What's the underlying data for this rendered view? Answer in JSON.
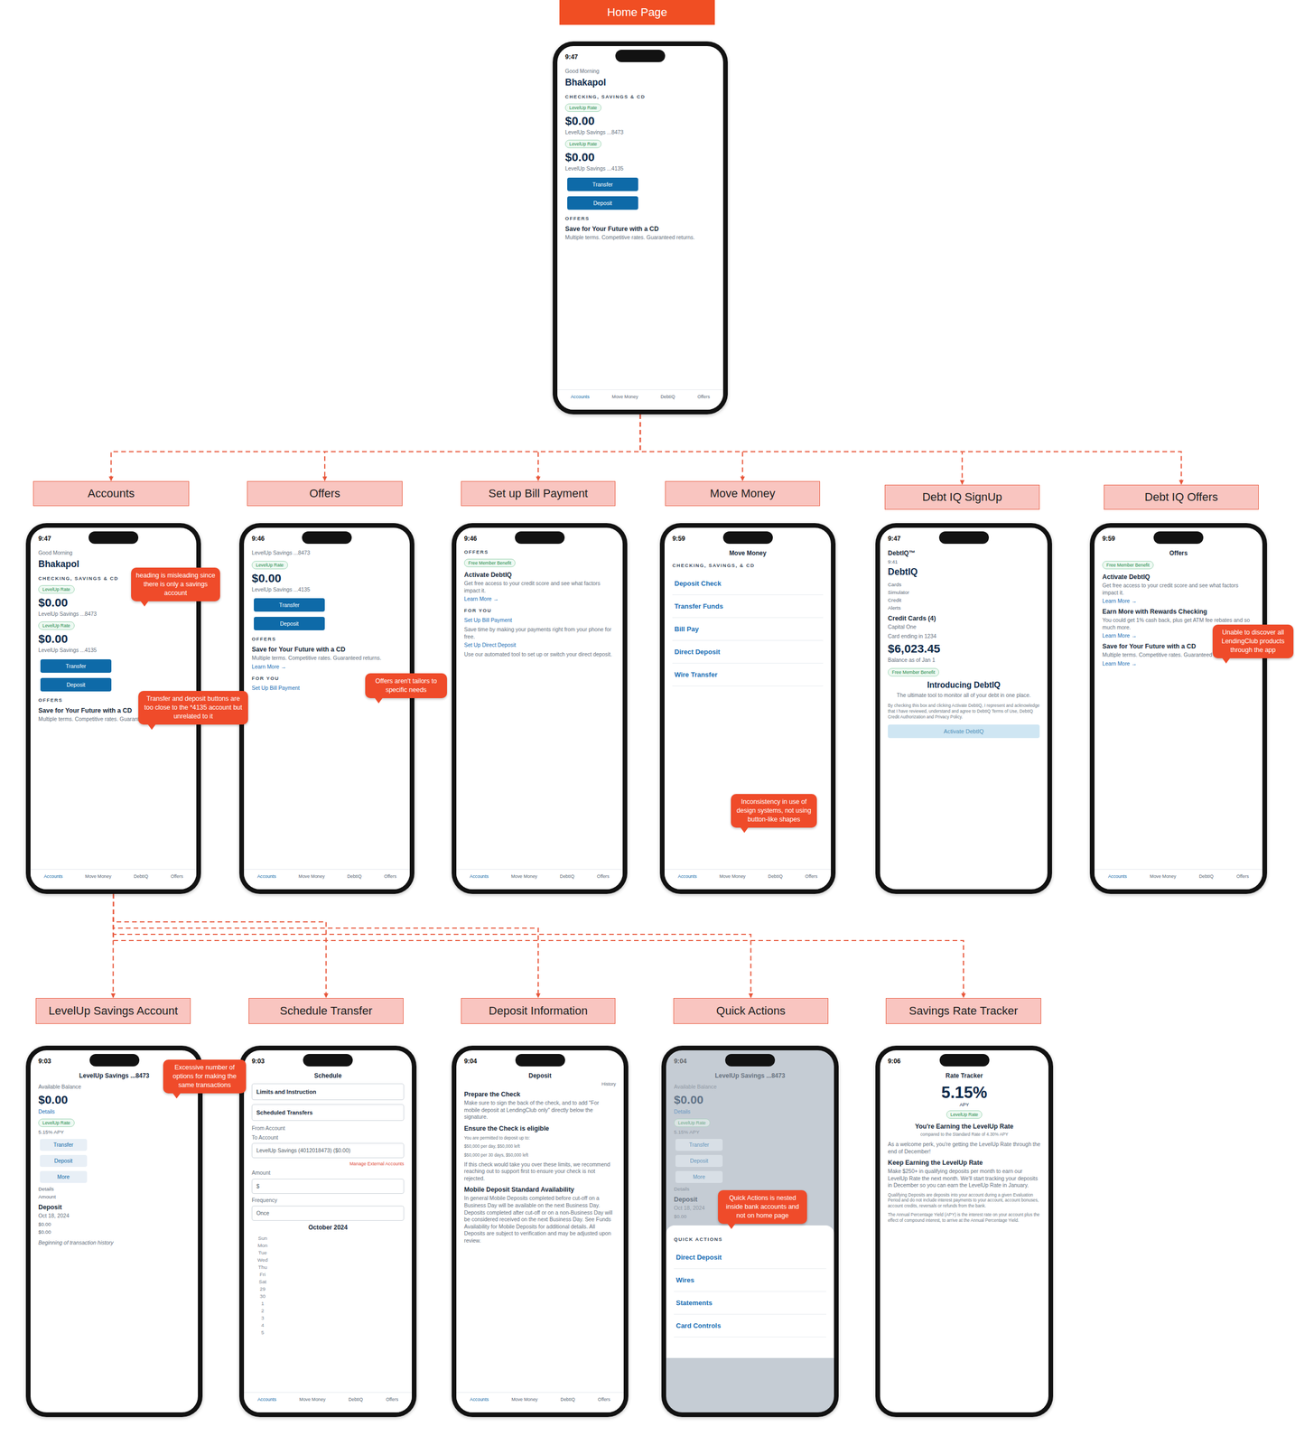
{
  "diagram": {
    "nodes": [
      {
        "text": [
          "Home Page"
        ]
      },
      {
        "text": [
          "9:47",
          "Good Morning",
          "Bhakapol",
          "CHECKING, SAVINGS & CD",
          "LevelUp Rate",
          "$0.00",
          "LevelUp Savings ...8473",
          "LevelUp Rate",
          "$0.00",
          "LevelUp Savings ...4135",
          "Transfer",
          "Deposit",
          "OFFERS",
          "Save for Your Future with a CD",
          "Multiple terms. Competitive rates. Guaranteed returns.",
          "Accounts",
          "Move Money",
          "DebtIQ",
          "Offers"
        ]
      },
      {
        "text": [
          "Accounts"
        ]
      },
      {
        "text": [
          "Offers"
        ]
      },
      {
        "text": [
          "Set up Bill Payment"
        ]
      },
      {
        "text": [
          "Move Money"
        ]
      },
      {
        "text": [
          "Debt IQ SignUp"
        ]
      },
      {
        "text": [
          "Debt IQ Offers"
        ]
      },
      {
        "text": [
          "9:47",
          "Good Morning",
          "Bhakapol",
          "CHECKING, SAVINGS & CD",
          "LevelUp Rate",
          "$0.00",
          "LevelUp Savings ...8473",
          "LevelUp Rate",
          "$0.00",
          "LevelUp Savings ...4135",
          "Transfer",
          "Deposit",
          "OFFERS",
          "Save for Your Future with a CD",
          "Multiple terms. Competitive rates. Guaranteed returns.",
          "Accounts",
          "Move Money",
          "DebtIQ",
          "Offers"
        ]
      },
      {
        "text": [
          "9:46",
          "LevelUp Savings ...8473",
          "LevelUp Rate",
          "$0.00",
          "LevelUp Savings ...4135",
          "Transfer",
          "Deposit",
          "OFFERS",
          "Save for Your Future with a CD",
          "Multiple terms. Competitive rates. Guaranteed returns.",
          "Learn More →",
          "FOR YOU",
          "Set Up Bill Payment",
          "Accounts",
          "Move Money",
          "DebtIQ",
          "Offers"
        ]
      },
      {
        "text": [
          "9:46",
          "OFFERS",
          "Free Member Benefit",
          "Activate DebtIQ",
          "Get free access to your credit score and see what factors impact it.",
          "Learn More →",
          "FOR YOU",
          "Set Up Bill Payment",
          "Save time by making your payments right from your phone for free.",
          "Set Up Direct Deposit",
          "Use our automated tool to set up or switch your direct deposit.",
          "Accounts",
          "Move Money",
          "DebtIQ",
          "Offers"
        ]
      },
      {
        "text": [
          "9:59",
          "Move Money",
          "CHECKING, SAVINGS, & CD",
          "Deposit Check",
          "Transfer Funds",
          "Bill Pay",
          "Direct Deposit",
          "Wire Transfer",
          "Accounts",
          "Move Money",
          "DebtIQ",
          "Offers"
        ]
      },
      {
        "text": [
          "9:47",
          "DebtIQ™",
          "9:41",
          "DebtIQ",
          "Cards",
          "Simulator",
          "Credit",
          "Alerts",
          "Credit Cards (4)",
          "Capital One",
          "Card ending in 1234",
          "$6,023.45",
          "Balance as of Jan 1",
          "Free Member Benefit",
          "Introducing DebtIQ",
          "The ultimate tool to monitor all of your debt in one place.",
          "By checking this box and clicking Activate DebtIQ, I represent and acknowledge that I have reviewed, understand and agree to DebtIQ Terms of Use, DebtIQ Credit Authorization and Privacy Policy.",
          "Activate DebtIQ"
        ]
      },
      {
        "text": [
          "9:59",
          "Offers",
          "Free Member Benefit",
          "Activate DebtIQ",
          "Get free access to your credit score and see what factors impact it.",
          "Learn More →",
          "Earn More with Rewards Checking",
          "You could get 1% cash back, plus get ATM fee rebates and so much more.",
          "Learn More →",
          "Save for Your Future with a CD",
          "Multiple terms. Competitive rates. Guaranteed returns.",
          "Learn More →",
          "Accounts",
          "Move Money",
          "DebtIQ",
          "Offers"
        ]
      },
      {
        "text": [
          "heading is misleading since there is only a savings account"
        ]
      },
      {
        "text": [
          "Transfer and deposit buttons are too close to the *4135 account but unrelated to it"
        ]
      },
      {
        "text": [
          "Offers aren't tailors to specific needs"
        ]
      },
      {
        "text": [
          "Inconsistency in use of design systems, not using button-like shapes"
        ]
      },
      {
        "text": [
          "Unable to discover all LendingClub products through the app"
        ]
      },
      {
        "text": [
          "LevelUp Savings Account"
        ]
      },
      {
        "text": [
          "Schedule Transfer"
        ]
      },
      {
        "text": [
          "Deposit Information"
        ]
      },
      {
        "text": [
          "Quick Actions"
        ]
      },
      {
        "text": [
          "Savings Rate Tracker"
        ]
      },
      {
        "text": [
          "9:03",
          "LevelUp Savings ...8473",
          "Available Balance",
          "$0.00",
          "Details",
          "LevelUp Rate",
          "5.15% APY",
          "Transfer",
          "Deposit",
          "More",
          "Details",
          "Amount",
          "Deposit",
          "Oct 18, 2024",
          "$0.00",
          "$0.00",
          "Beginning of transaction history"
        ]
      },
      {
        "text": [
          "9:03",
          "Schedule",
          "Limits and Instruction",
          "Scheduled Transfers",
          "From Account",
          "To Account",
          "LevelUp Savings (4012018473) ($0.00)",
          "Manage External Accounts",
          "Amount",
          "$",
          "Frequency",
          "Once",
          "October 2024",
          "Sun",
          "Mon",
          "Tue",
          "Wed",
          "Thu",
          "Fri",
          "Sat",
          "29",
          "30",
          "1",
          "2",
          "3",
          "4",
          "5",
          "Accounts",
          "Move Money",
          "DebtIQ",
          "Offers"
        ]
      },
      {
        "text": [
          "9:04",
          "Deposit",
          "History",
          "Prepare the Check",
          "Make sure to sign the back of the check, and to add \"For mobile deposit at LendingClub only\" directly below the signature.",
          "Ensure the Check is eligible",
          "You are permitted to deposit up to:",
          "$50,000 per day, $50,000 left",
          "$50,000 per 30 days, $50,000 left",
          "If this check would take you over these limits, we recommend reaching out to support first to ensure your check is not rejected.",
          "Mobile Deposit Standard Availability",
          "In general Mobile Deposits completed before cut-off on a Business Day will be available on the next Business Day. Deposits completed after cut-off or on a non-Business Day will be considered received on the next Business Day. See Funds Availability for Mobile Deposits for additional details. All Deposits are subject to verification and may be adjusted upon review.",
          "Accounts",
          "Move Money",
          "DebtIQ",
          "Offers"
        ]
      },
      {
        "text": [
          "9:04",
          "LevelUp Savings ...8473",
          "Available Balance",
          "$0.00",
          "Details",
          "LevelUp Rate",
          "5.15% APY",
          "Transfer",
          "Deposit",
          "More",
          "Details",
          "Deposit",
          "Oct 18, 2024",
          "$0.00",
          "QUICK ACTIONS",
          "Direct Deposit",
          "Wires",
          "Statements",
          "Card Controls"
        ]
      },
      {
        "text": [
          "9:06",
          "Rate Tracker",
          "5.15%",
          "APY",
          "LevelUp Rate",
          "You're Earning the LevelUp Rate",
          "compared to the Standard Rate of 4.30% APY",
          "As a welcome perk, you're getting the LevelUp Rate through the end of December!",
          "Keep Earning the LevelUp Rate",
          "Make $250+ in qualifying deposits per month to earn our LevelUp Rate the next month. We'll start tracking your deposits in December so you can earn the LevelUp Rate in January.",
          "Qualifying Deposits are deposits into your account during a given Evaluation Period and do not include interest payments to your account, account bonuses, account credits, reversals or refunds from the bank.",
          "The Annual Percentage Yield (APY) is the interest rate on your account plus the effect of compound interest, to arrive at the Annual Percentage Yield."
        ]
      },
      {
        "text": [
          "Excessive number of options for making the same transactions"
        ]
      },
      {
        "text": [
          "Quick Actions is nested inside bank accounts and not on home page"
        ]
      }
    ],
    "edges": [
      {
        "from": 1,
        "to": 2,
        "arrow": "to"
      },
      {
        "from": 1,
        "to": 3,
        "arrow": "to"
      },
      {
        "from": 1,
        "to": 4,
        "arrow": "to"
      },
      {
        "from": 1,
        "to": 5,
        "arrow": "to"
      },
      {
        "from": 1,
        "to": 6,
        "arrow": "to"
      },
      {
        "from": 1,
        "to": 7,
        "arrow": "to"
      },
      {
        "from": 8,
        "to": 19,
        "arrow": "to"
      },
      {
        "from": 8,
        "to": 20,
        "arrow": "to"
      },
      {
        "from": 8,
        "to": 21,
        "arrow": "to"
      },
      {
        "from": 8,
        "to": 22,
        "arrow": "to"
      },
      {
        "from": 8,
        "to": 23,
        "arrow": "to"
      }
    ]
  }
}
